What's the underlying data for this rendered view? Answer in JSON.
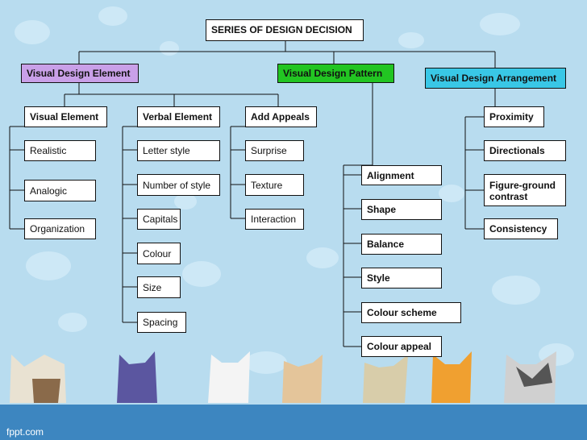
{
  "title": "SERIES OF DESIGN DECISION",
  "categories": [
    {
      "label": "Visual Design Element",
      "color": "#c9a0e8"
    },
    {
      "label": "Visual Design Pattern",
      "color": "#22c522"
    },
    {
      "label": "Visual Design Arrangement",
      "color": "#39c7e6"
    }
  ],
  "element": {
    "visual": {
      "header": "Visual Element",
      "items": [
        "Realistic",
        "Analogic",
        "Organization"
      ]
    },
    "verbal": {
      "header": "Verbal Element",
      "items": [
        "Letter style",
        "Number of style",
        "Capitals",
        "Colour",
        "Size",
        "Spacing"
      ]
    },
    "appeals": {
      "header": "Add Appeals",
      "items": [
        "Surprise",
        "Texture",
        "Interaction"
      ]
    }
  },
  "pattern": {
    "items": [
      "Alignment",
      "Shape",
      "Balance",
      "Style",
      "Colour scheme",
      "Colour appeal"
    ]
  },
  "arrangement": {
    "items": [
      "Proximity",
      "Directionals",
      "Figure-ground contrast",
      "Consistency"
    ]
  },
  "footer": "fppt.com",
  "colors": {
    "background": "#b8dcef",
    "footer_bar": "#3d86c0"
  }
}
